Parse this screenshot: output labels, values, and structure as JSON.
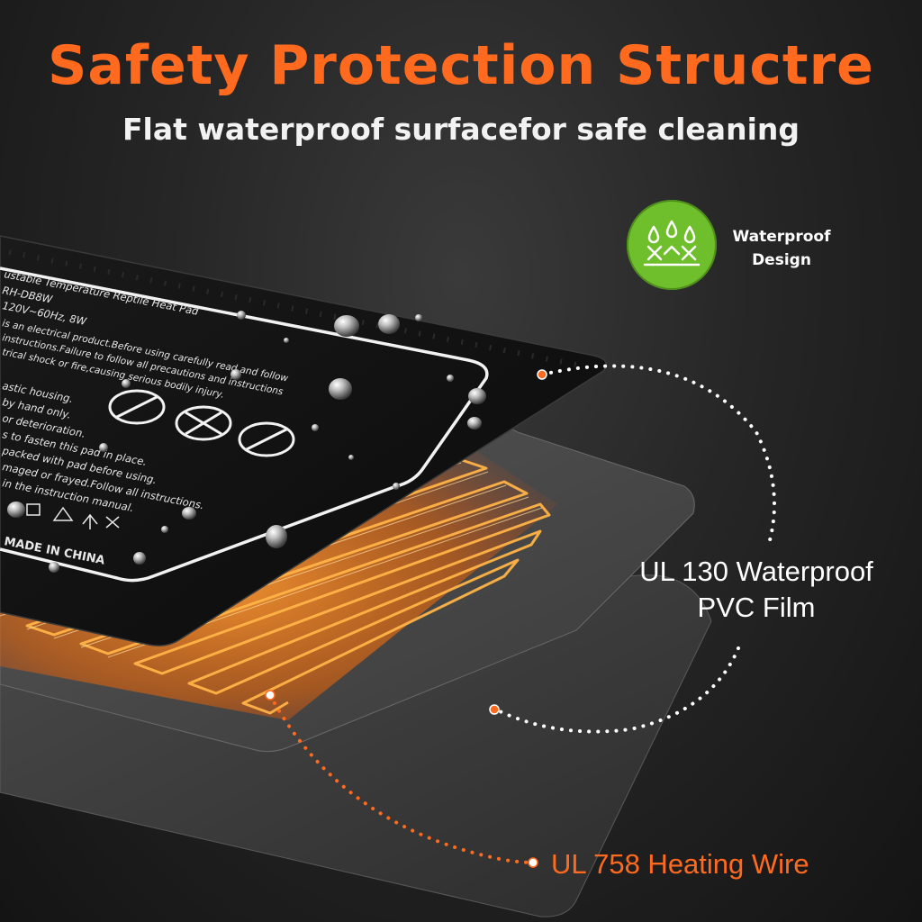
{
  "colors": {
    "accent_orange": "#ff6a1f",
    "badge_green": "#6fbf2c",
    "text_white": "#ffffff"
  },
  "header": {
    "title": "Safety Protection Structre",
    "subtitle": "Flat waterproof surfacefor safe cleaning"
  },
  "badge": {
    "icon": "waterproof-drops-icon",
    "label_line1": "Waterproof",
    "label_line2": "Design"
  },
  "callouts": {
    "pvc_line1": "UL 130 Waterproof",
    "pvc_line2": "PVC Film",
    "wire": "UL 758 Heating Wire"
  },
  "product_label": {
    "line1": "ustable Temperature Reptile Heat Pad",
    "line2": "RH-DB8W",
    "line3": "120V~60Hz, 8W",
    "line4": "is an electrical product.Before using carefully read and follow",
    "line5": "instructions.Failure to follow all precautions and instructions",
    "line6": "trical shock or fire,causing serious bodily injury.",
    "line7": "astic housing.",
    "line8": "by hand only.",
    "line9": "or deterioration.",
    "line10": "s to fasten this pad in place.",
    "line11": "packed with pad before using.",
    "line12": "maged or frayed.Follow all instructions.",
    "line13": "in the instruction manual.",
    "made_in": "MADE IN CHINA"
  }
}
